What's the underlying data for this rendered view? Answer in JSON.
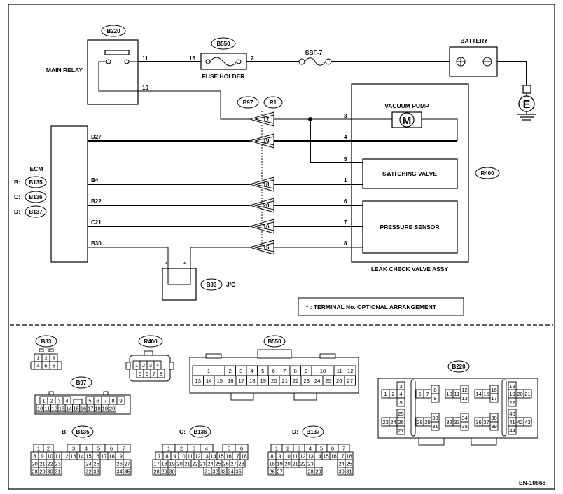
{
  "labels": {
    "b220": "B220",
    "main_relay": "MAIN RELAY",
    "b550": "B550",
    "fuse_holder": "FUSE HOLDER",
    "sbf7": "SBF-7",
    "battery": "BATTERY",
    "e": "E",
    "b97": "B97",
    "r1": "R1",
    "vacuum_pump": "VACUUM PUMP",
    "m": "M",
    "ecm": "ECM",
    "b_prefix": "B:",
    "c_prefix": "C:",
    "d_prefix": "D:",
    "b135": "B135",
    "b136": "B136",
    "b137": "B137",
    "switching_valve": "SWITCHING VALVE",
    "pressure_sensor": "PRESSURE SENSOR",
    "r400": "R400",
    "leak_check": "LEAK CHECK VALVE ASSY",
    "b83": "B83",
    "jc": "J/C",
    "terminal_note": "* : TERMINAL No. OPTIONAL ARRANGEMENT",
    "star": "*",
    "code": "EN-10868"
  },
  "wires": {
    "relay_11": "11",
    "relay_10": "10",
    "fuse_16": "16",
    "fuse_2": "2",
    "ecm_d27": "D27",
    "ecm_b4": "B4",
    "ecm_b22": "B22",
    "ecm_c21": "C21",
    "ecm_b30": "B30",
    "conn_17": "17",
    "conn_19": "19",
    "conn_18": "18",
    "conn_20": "20",
    "conn_16": "16",
    "conn_15": "15",
    "r400_3": "3",
    "r400_4": "4",
    "r400_5": "5",
    "r400_1": "1",
    "r400_6": "6",
    "r400_7": "7",
    "r400_8": "8"
  },
  "connectors": {
    "b83": [
      "1",
      "2",
      "3",
      "4",
      "5",
      "6"
    ],
    "r400": [
      "1",
      "2",
      "3",
      "4",
      "5",
      "6",
      "7",
      "8"
    ],
    "b97": [
      "1",
      "2",
      "3",
      "4",
      "5",
      "6",
      "7",
      "8",
      "9",
      "10",
      "11",
      "12",
      "13",
      "14",
      "15",
      "16",
      "17",
      "18",
      "19",
      "20"
    ],
    "b550": [
      "1",
      "2",
      "3",
      "4",
      "5",
      "6",
      "7",
      "8",
      "9",
      "10",
      "11",
      "12",
      "13",
      "14",
      "15",
      "16",
      "17",
      "18",
      "19",
      "20",
      "21",
      "22",
      "23",
      "24",
      "25",
      "26",
      "27"
    ],
    "b220": [
      "1",
      "2",
      "3",
      "4",
      "5",
      "6",
      "7",
      "8",
      "9",
      "10",
      "11",
      "12",
      "13",
      "14",
      "15",
      "16",
      "17",
      "18",
      "19",
      "20",
      "21",
      "22",
      "23",
      "24",
      "25",
      "26",
      "27",
      "28",
      "29",
      "30",
      "31",
      "32",
      "33",
      "34",
      "35",
      "36",
      "37",
      "38",
      "39",
      "40",
      "41",
      "42",
      "43",
      "44"
    ],
    "b135": [
      "1",
      "2",
      "3",
      "4",
      "5",
      "6",
      "7",
      "8",
      "9",
      "10",
      "11",
      "12",
      "13",
      "14",
      "15",
      "16",
      "17",
      "18",
      "19",
      "20",
      "21",
      "22",
      "23",
      "24",
      "25",
      "26",
      "27",
      "28",
      "29",
      "30",
      "31",
      "32",
      "33",
      "34",
      "35"
    ],
    "b136": [
      "1",
      "2",
      "3",
      "4",
      "5",
      "6",
      "7",
      "8",
      "9",
      "10",
      "11",
      "12",
      "13",
      "14",
      "15",
      "16",
      "17",
      "18",
      "19",
      "20",
      "21",
      "22",
      "23",
      "24",
      "25",
      "26",
      "27",
      "28",
      "29",
      "30",
      "31",
      "32",
      "33",
      "34",
      "35"
    ],
    "b137": [
      "1",
      "2",
      "3",
      "4",
      "5",
      "6",
      "7",
      "8",
      "9",
      "10",
      "11",
      "12",
      "13",
      "14",
      "15",
      "16",
      "17",
      "18",
      "19",
      "20",
      "21",
      "22",
      "23",
      "24",
      "25",
      "26",
      "27",
      "28",
      "29",
      "30",
      "31"
    ]
  }
}
